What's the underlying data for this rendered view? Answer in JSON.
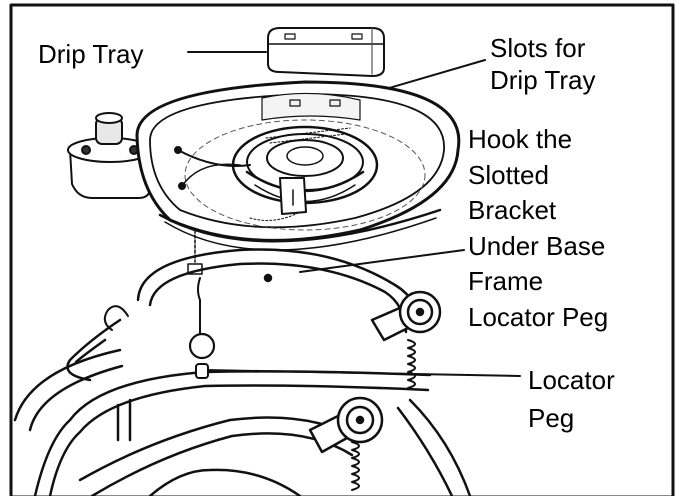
{
  "labels": {
    "drip_tray": "Drip Tray",
    "slots": [
      "Slots for",
      "Drip Tray"
    ],
    "hook": [
      "Hook the",
      "Slotted",
      "Bracket",
      "Under Base",
      "Frame",
      "Locator Peg"
    ],
    "locator_peg": [
      "Locator",
      "Peg"
    ]
  },
  "colors": {
    "ink": "#111111",
    "paper": "#ffffff",
    "shade": "#bdbdbd"
  }
}
